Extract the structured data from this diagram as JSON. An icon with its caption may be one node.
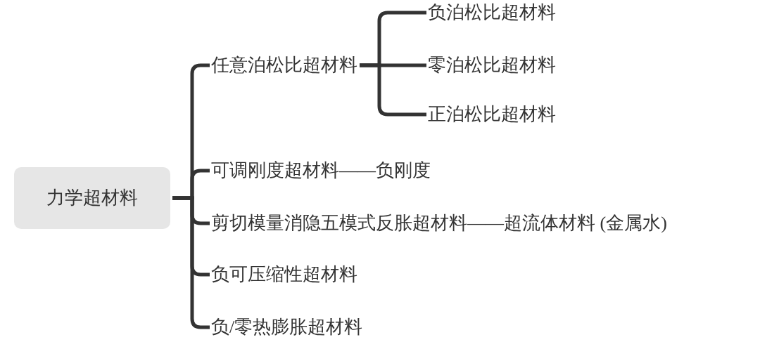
{
  "diagram": {
    "nodes": [
      {
        "text": [
          "力学超材料"
        ]
      },
      {
        "text": [
          "任意泊松比超材料"
        ]
      },
      {
        "text": [
          "负泊松比超材料"
        ]
      },
      {
        "text": [
          "零泊松比超材料"
        ]
      },
      {
        "text": [
          "正泊松比超材料"
        ]
      },
      {
        "text": [
          "可调刚度超材料——负刚度"
        ]
      },
      {
        "text": [
          "剪切模量消隐五模式反胀超材料——超流体材料 (金属水)"
        ]
      },
      {
        "text": [
          "负可压缩性超材料"
        ]
      },
      {
        "text": [
          "负/零热膨胀超材料"
        ]
      }
    ],
    "edges": [
      {
        "from": 0,
        "to": 1,
        "arrow": "none"
      },
      {
        "from": 0,
        "to": 5,
        "arrow": "none"
      },
      {
        "from": 0,
        "to": 6,
        "arrow": "none"
      },
      {
        "from": 0,
        "to": 7,
        "arrow": "none"
      },
      {
        "from": 0,
        "to": 8,
        "arrow": "none"
      },
      {
        "from": 1,
        "to": 2,
        "arrow": "none"
      },
      {
        "from": 1,
        "to": 3,
        "arrow": "none"
      },
      {
        "from": 1,
        "to": 4,
        "arrow": "none"
      }
    ]
  }
}
